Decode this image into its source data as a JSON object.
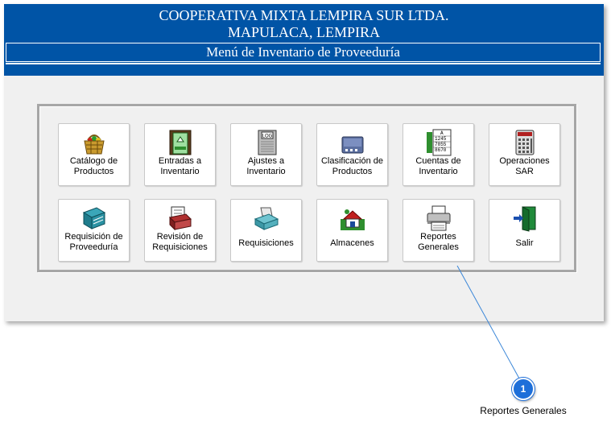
{
  "header": {
    "line1": "COOPERATIVA MIXTA LEMPIRA SUR LTDA.",
    "line2": "MAPULACA, LEMPIRA",
    "subtitle": "Menú de Inventario de Proveeduría",
    "bg_color": "#0054a6"
  },
  "menu": {
    "row1": [
      {
        "label": "Catálogo de\nProductos",
        "icon": "basket-icon"
      },
      {
        "label": "Entradas a\nInventario",
        "icon": "door-entry-icon"
      },
      {
        "label": "Ajustes a\nInventario",
        "icon": "log-notebook-icon"
      },
      {
        "label": "Clasificación de\nProductos",
        "icon": "category-tray-icon"
      },
      {
        "label": "Cuentas de\nInventario",
        "icon": "ledger-numbers-icon"
      },
      {
        "label": "Operaciones\nSAR",
        "icon": "calculator-icon"
      }
    ],
    "row2": [
      {
        "label": "Requisición de\nProveeduría",
        "icon": "book-icon"
      },
      {
        "label": "Revisión de\nRequisiciones",
        "icon": "file-box-icon"
      },
      {
        "label": "Requisiciones",
        "icon": "inbox-tray-icon"
      },
      {
        "label": "Almacenes",
        "icon": "warehouse-icon"
      },
      {
        "label": "Reportes\nGenerales",
        "icon": "printer-icon"
      },
      {
        "label": "Salir",
        "icon": "exit-door-icon"
      }
    ]
  },
  "callout": {
    "number": "1",
    "label": "Reportes Generales",
    "color": "#1e6fd9"
  }
}
